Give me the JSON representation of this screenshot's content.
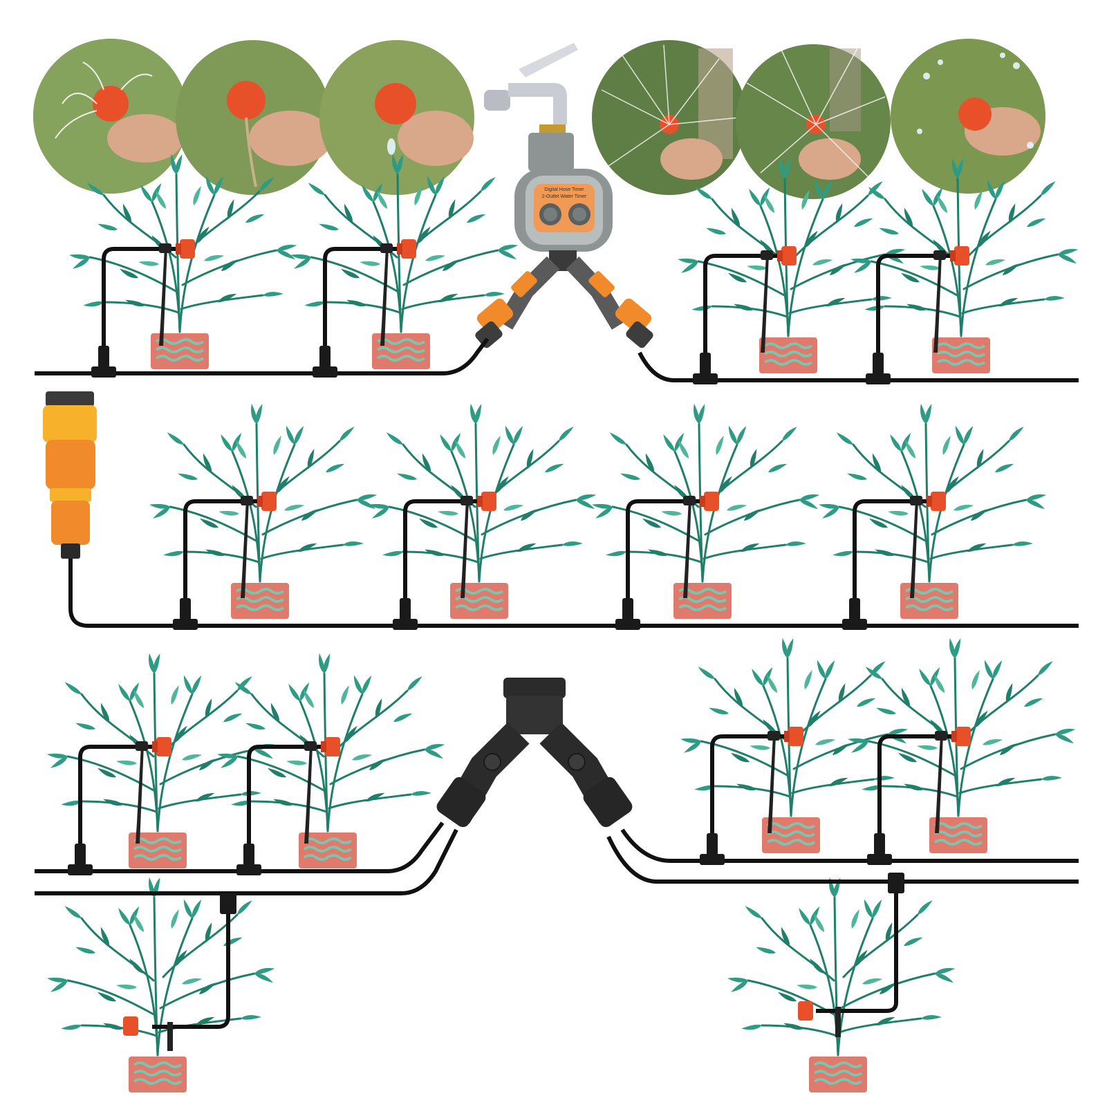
{
  "title": "",
  "colors": {
    "leaf_dark": "#1f7f6a",
    "leaf_mid": "#2e9c84",
    "leaf_light": "#4fb59b",
    "pot": "#e07a6c",
    "pot_wave": "#7cc4ad",
    "tube": "#111111",
    "dripper": "#e8502a",
    "adapter_orange": "#f08a2a",
    "adapter_yellow": "#f7b12a",
    "faucet": "#c9ccd2",
    "timer_body": "#8e9494",
    "timer_face": "#f19a55"
  },
  "components": {
    "faucet": "faucet-icon",
    "water_timer": "water-timer-icon",
    "y_splitter_orange": "y-splitter-icon",
    "hose_adapter": "hose-adapter-icon",
    "y_splitter_black": "y-splitter-valve-icon",
    "tee_connector": "tee-connector-icon",
    "adjustable_dripper": "dripper-icon"
  },
  "timer": {
    "brand_line": "Digital Hose Timer",
    "model_line": "2-Outlet Water Timer"
  },
  "spray_patterns": [
    {
      "id": "spray-1",
      "pattern": "wide-jets"
    },
    {
      "id": "spray-2",
      "pattern": "trickle"
    },
    {
      "id": "spray-3",
      "pattern": "drip"
    },
    {
      "id": "spray-4",
      "pattern": "fine-mist-radial"
    },
    {
      "id": "spray-5",
      "pattern": "long-jets-radial"
    },
    {
      "id": "spray-6",
      "pattern": "droplets-radial"
    }
  ],
  "rows": [
    {
      "id": "row-1",
      "plants": 4,
      "source": "water-timer"
    },
    {
      "id": "row-2",
      "plants": 4,
      "source": "hose-adapter"
    },
    {
      "id": "row-3",
      "plants": 6,
      "source": "y-splitter"
    }
  ]
}
